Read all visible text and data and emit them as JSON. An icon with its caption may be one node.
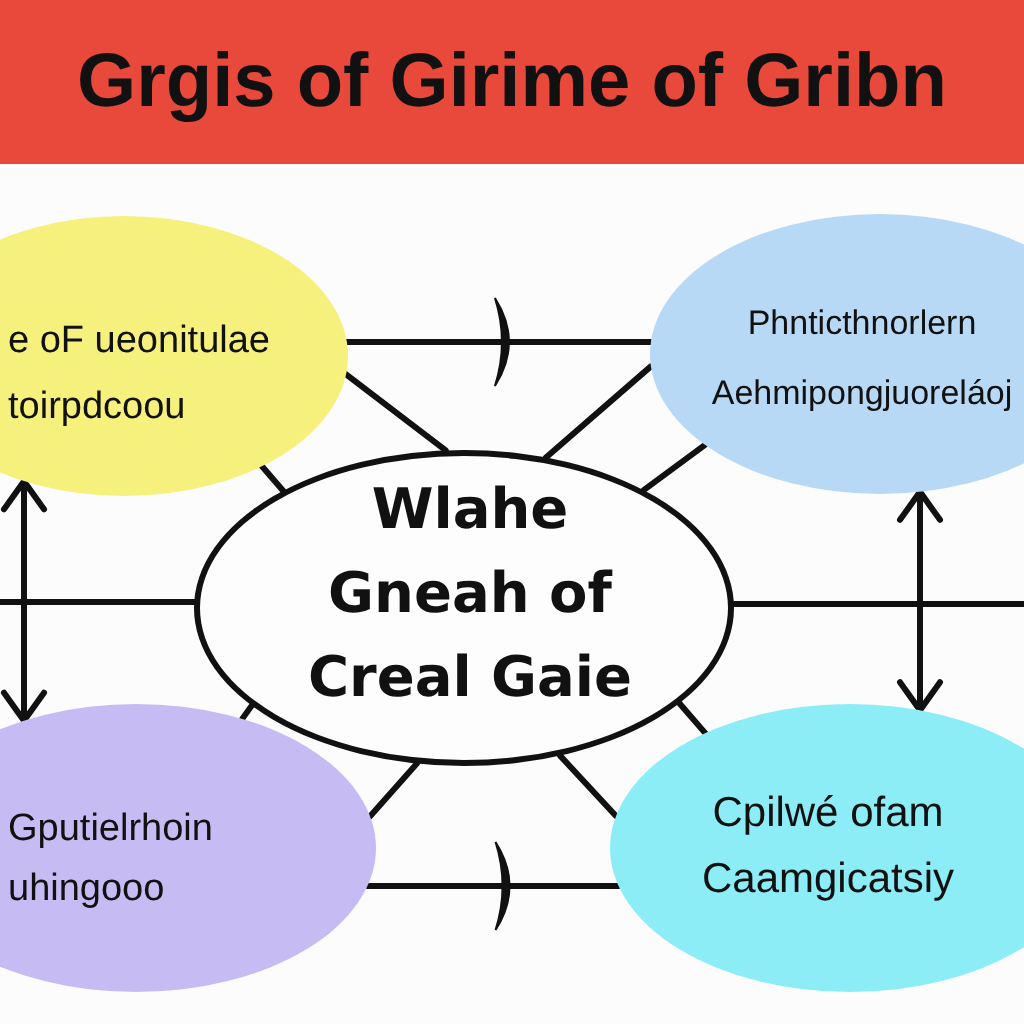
{
  "diagram": {
    "title": "Grgis of Girime of Gribn",
    "nodes": [
      {
        "text": [
          "e oF ueonitulae toirpdcoou"
        ]
      },
      {
        "text": [
          "Phnticthnorlern Aehmipongjuoreláoj"
        ]
      },
      {
        "text": [
          "Wlahe Gneah of Creal Gaie"
        ]
      },
      {
        "text": [
          "Gputielrhoin uhingooo"
        ]
      },
      {
        "text": [
          "Cpilwé ofam Caamgicatsiy"
        ]
      }
    ],
    "edges": [
      {
        "from": 0,
        "to": 1,
        "arrow": "none"
      },
      {
        "from": 3,
        "to": 4,
        "arrow": "none"
      },
      {
        "from": 0,
        "to": 2,
        "arrow": "none"
      },
      {
        "from": 0,
        "to": 2,
        "arrow": "none"
      },
      {
        "from": 1,
        "to": 2,
        "arrow": "none"
      },
      {
        "from": 1,
        "to": 2,
        "arrow": "none"
      },
      {
        "from": 3,
        "to": 2,
        "arrow": "none"
      },
      {
        "from": 3,
        "to": 2,
        "arrow": "none"
      },
      {
        "from": 4,
        "to": 2,
        "arrow": "none"
      },
      {
        "from": 4,
        "to": 2,
        "arrow": "none"
      },
      {
        "from": 0,
        "to": 3,
        "arrow": "both"
      },
      {
        "from": 1,
        "to": 4,
        "arrow": "both"
      },
      {
        "from": 2,
        "to": null,
        "arrow": "none"
      },
      {
        "from": 2,
        "to": null,
        "arrow": "none"
      }
    ]
  }
}
